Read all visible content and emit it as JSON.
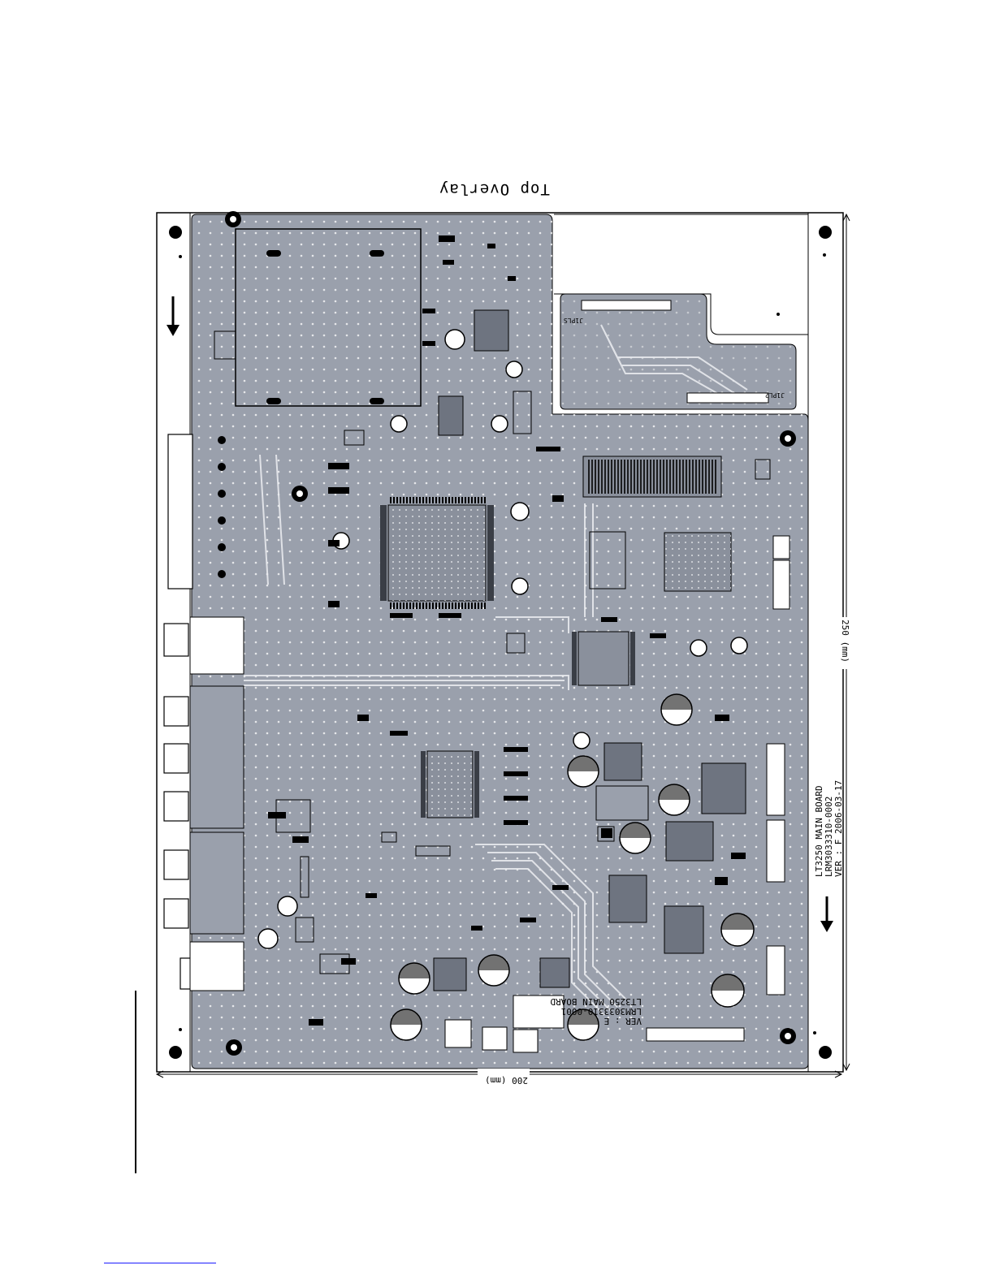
{
  "page": {
    "title": "Top Overlay"
  },
  "board": {
    "dimension_height": "250 (mm)",
    "dimension_width": "200 (mm)",
    "silkscreen_right": {
      "line1": "LT3250 MAIN BOARD",
      "line2": "LRM3033310-0002",
      "line3": "VER : F  2006-03-17"
    },
    "silkscreen_bottom": {
      "line1": "VER : E",
      "line2": "LRM3033310-0001",
      "line3": "LT3250 MAIN BOARD"
    },
    "connector_labels": {
      "lvds_left": "J1PLS",
      "lvds_right": "J1PL2"
    }
  },
  "colors": {
    "board_fill": "#9aa0ac",
    "board_dark": "#6e7480",
    "trace": "#e8eaee",
    "pad": "#000000",
    "outline": "#000000",
    "link": "#1a1aff"
  }
}
